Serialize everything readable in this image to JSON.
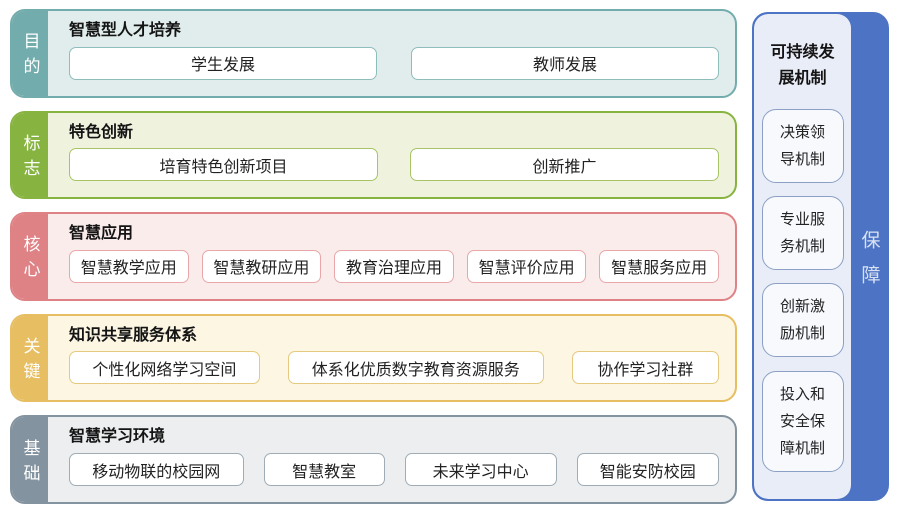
{
  "rows": [
    {
      "tab": "目的",
      "title": "智慧型人才培养",
      "accent": "#73ACAD",
      "panel_bg": "#E1EDEC",
      "box_border": "#8FBDBB",
      "items": [
        "学生发展",
        "教师发展"
      ]
    },
    {
      "tab": "标志",
      "title": "特色创新",
      "accent": "#87B440",
      "panel_bg": "#EFF3DE",
      "box_border": "#A9C468",
      "items": [
        "培育特色创新项目",
        "创新推广"
      ]
    },
    {
      "tab": "核心",
      "title": "智慧应用",
      "accent": "#DF8285",
      "panel_bg": "#FBECEC",
      "box_border": "#E9A7A9",
      "items": [
        "智慧教学应用",
        "智慧教研应用",
        "教育治理应用",
        "智慧评价应用",
        "智慧服务应用"
      ]
    },
    {
      "tab": "关键",
      "title": "知识共享服务体系",
      "accent": "#E7BE62",
      "panel_bg": "#FCF6E3",
      "box_border": "#E5C97E",
      "items": [
        "个性化网络学习空间",
        "体系化优质数字教育资源服务",
        "协作学习社群"
      ]
    },
    {
      "tab": "基础",
      "title": "智慧学习环境",
      "accent": "#83939F",
      "panel_bg": "#ECEEF0",
      "box_border": "#9FACB5",
      "items": [
        "移动物联的校园网",
        "智慧教室",
        "未来学习中心",
        "智能安防校园"
      ]
    }
  ],
  "right_panel": {
    "title": "可持续发展机制",
    "side_label": "保障",
    "accent": "#4D73C4",
    "panel_bg": "#E9EDF7",
    "box_bg": "#F7F9FD",
    "box_border": "#8CA0C6",
    "side_label_color": "#D9E2F3",
    "items": [
      "决策领导机制",
      "专业服务机制",
      "创新激励机制",
      "投入和安全保障机制"
    ]
  }
}
